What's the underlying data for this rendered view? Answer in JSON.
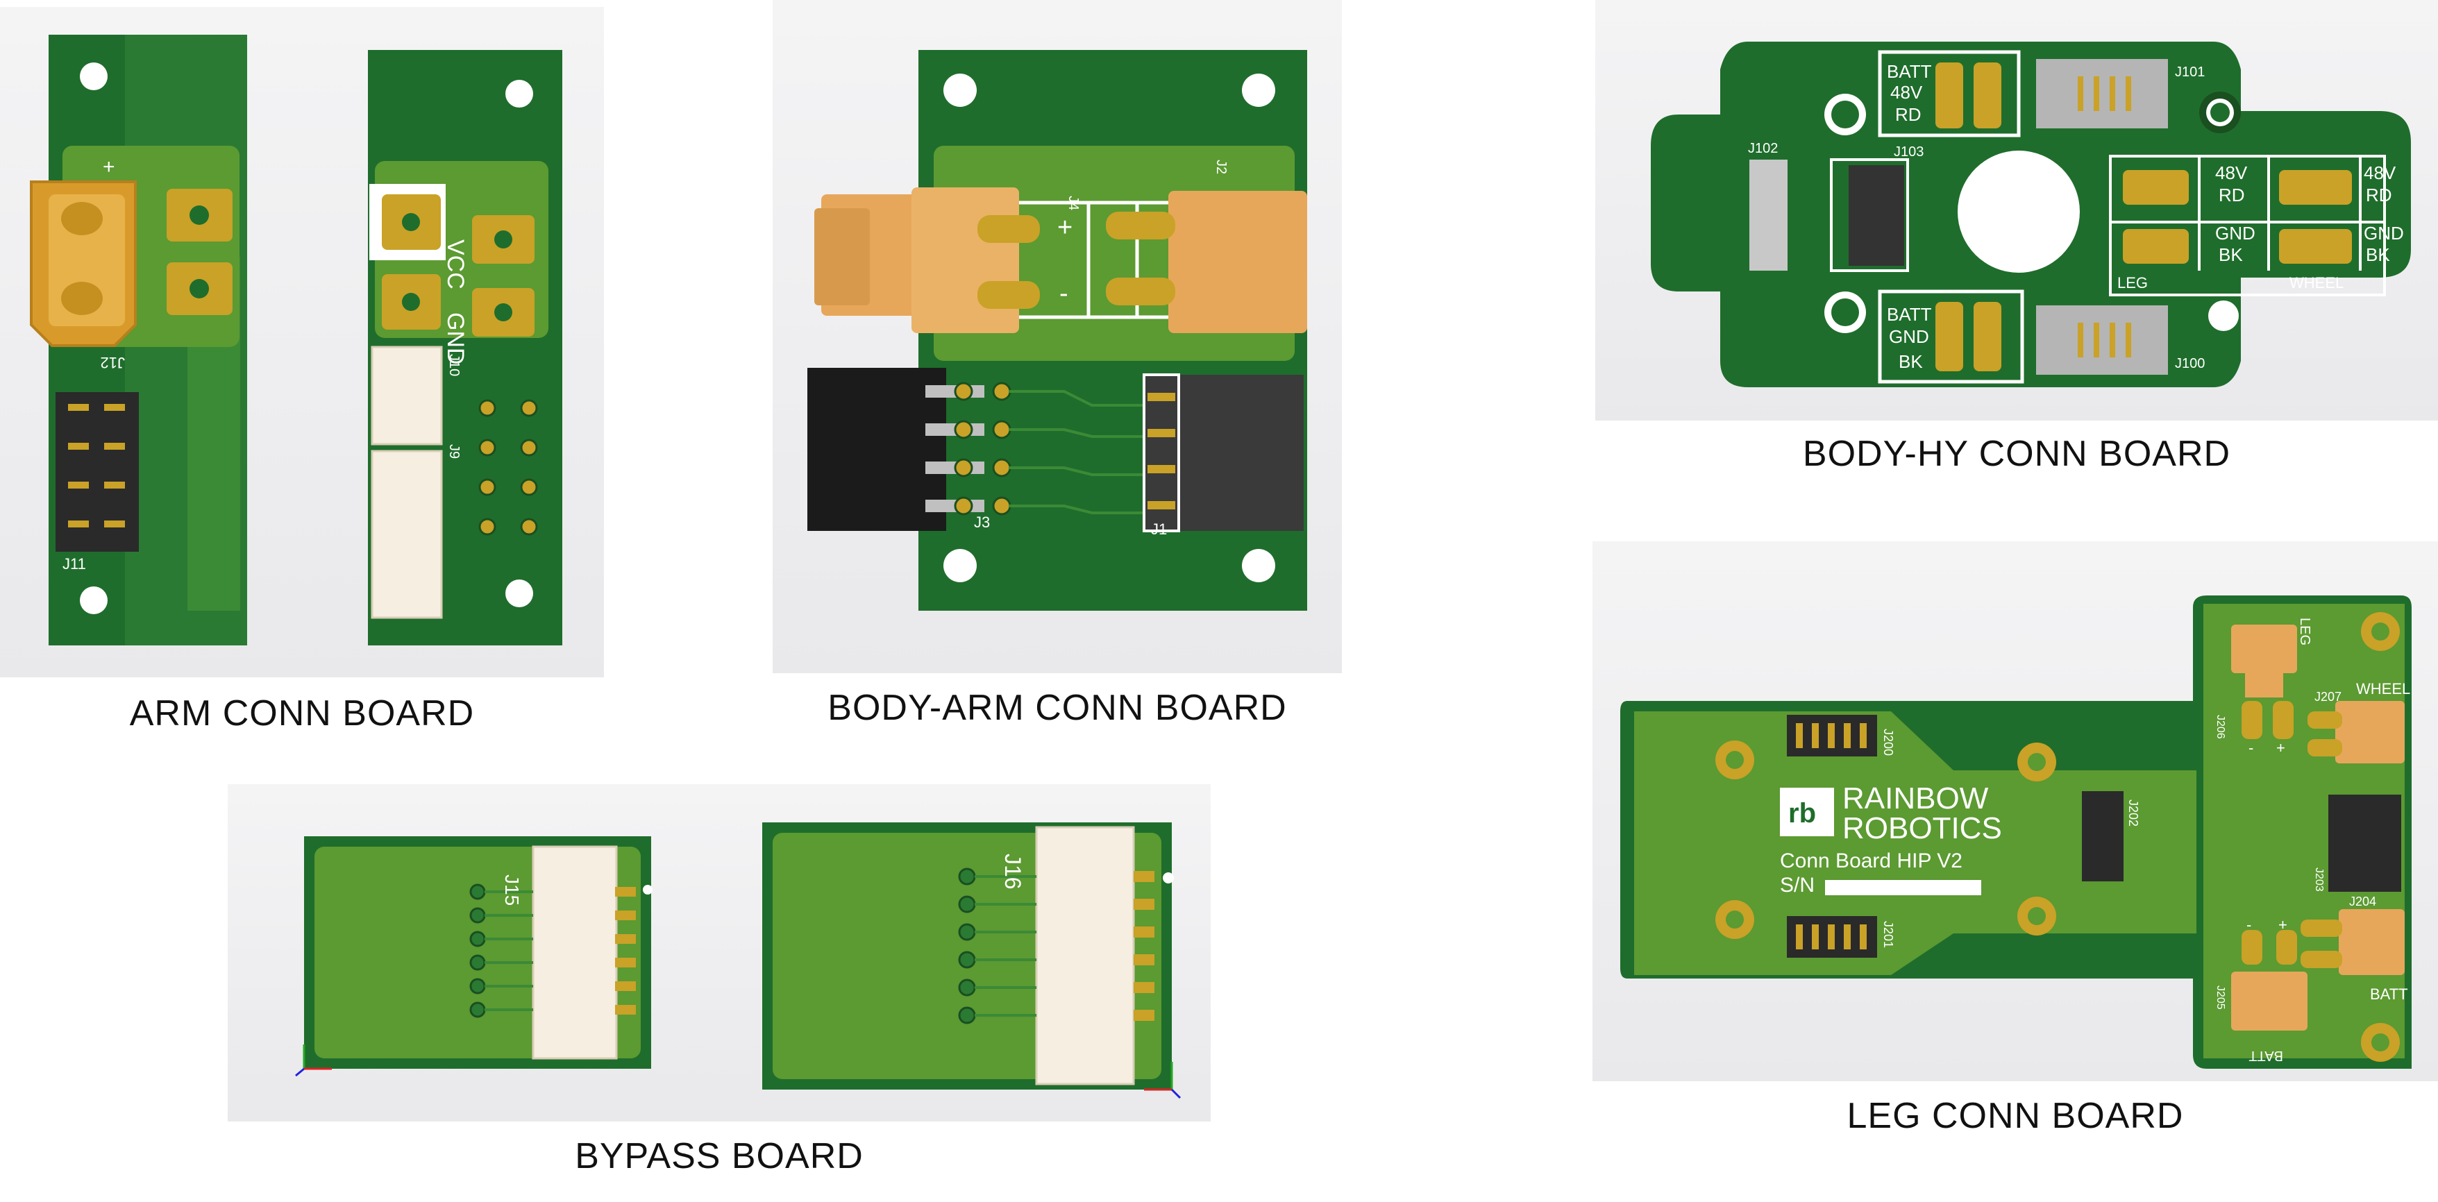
{
  "captions": {
    "arm": "ARM CONN BOARD",
    "body_arm": "BODY-ARM CONN BOARD",
    "body_hy": "BODY-HY CONN BOARD",
    "leg": "LEG CONN BOARD",
    "bypass": "BYPASS BOARD"
  },
  "arm": {
    "plus": "+",
    "j12": "J12",
    "j11": "J11",
    "vcc": "VCC",
    "gnd": "GND",
    "j10": "J10",
    "j9": "J9"
  },
  "body_arm": {
    "j4": "J4",
    "j2": "J2",
    "plus": "+",
    "minus": "-",
    "j3": "J3",
    "j1": "J1"
  },
  "body_hy": {
    "batt_rd": [
      "BATT",
      "48V",
      "RD"
    ],
    "j101": "J101",
    "j102": "J102",
    "j103": "J103",
    "v48_rd_a": [
      "48V",
      "RD"
    ],
    "v48_rd_b": [
      "48V",
      "RD"
    ],
    "gnd_bk_a": [
      "GND",
      "BK"
    ],
    "gnd_bk_b": [
      "GND",
      "BK"
    ],
    "leg": "LEG",
    "wheel": "WHEEL",
    "batt_bk": [
      "BATT",
      "GND",
      "BK"
    ],
    "j100": "J100"
  },
  "leg": {
    "brand_line1": "RAINBOW",
    "brand_line2": "ROBOTICS",
    "board_name": "Conn Board HIP V2",
    "sn": "S/N",
    "leg": "LEG",
    "wheel": "WHEEL",
    "batt_a": "BATT",
    "batt_b": "BATT",
    "j200": "J200",
    "j201": "J201",
    "j202": "J202",
    "j203": "J203",
    "j204": "J204",
    "j205": "J205",
    "j206": "J206",
    "j207": "J207",
    "minus": "-",
    "plus": "+"
  },
  "bypass": {
    "j15": "J15",
    "j16": "J16"
  },
  "colors": {
    "pcb_dark": "#1f6d2c",
    "pcb_light": "#5c9a32",
    "pad_gold": "#c9a227",
    "silk": "#ffffff",
    "connector_orange": "#e7a75a",
    "connector_cream": "#f6eee0"
  }
}
